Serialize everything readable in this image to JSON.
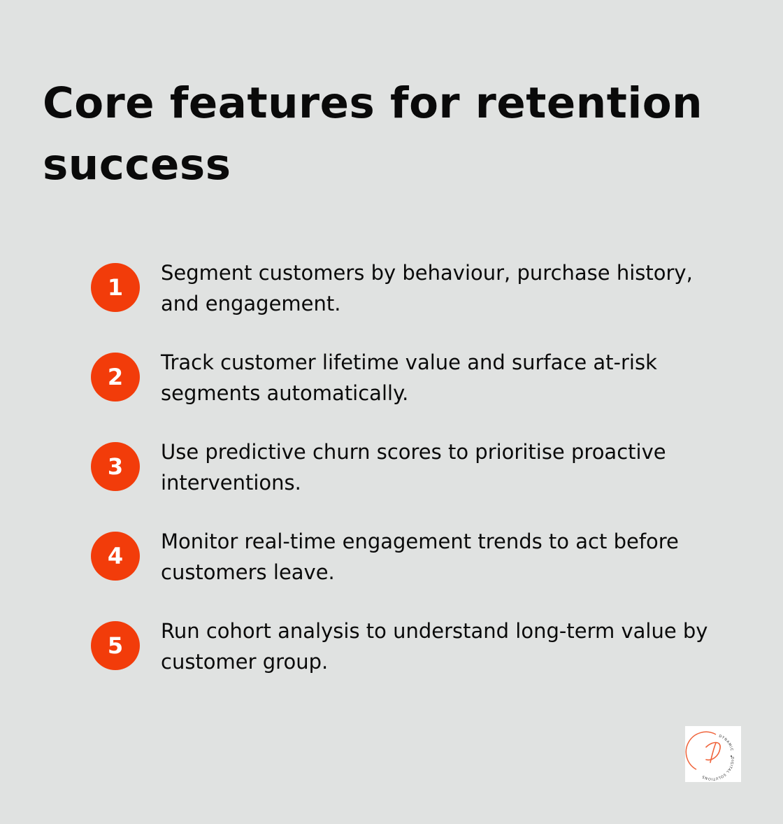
{
  "title": "Core features for retention success",
  "accent_color": "#f23c0a",
  "items": [
    {
      "number": "1",
      "text": "Segment customers by behaviour, purchase history, and engagement."
    },
    {
      "number": "2",
      "text": "Track customer lifetime value and surface at-risk segments automatically."
    },
    {
      "number": "3",
      "text": "Use predictive churn scores to prioritise proactive interventions."
    },
    {
      "number": "4",
      "text": "Monitor real-time engagement trends to act before customers leave."
    },
    {
      "number": "5",
      "text": "Run cohort analysis to understand long-term value by customer group."
    }
  ],
  "logo": {
    "text_top": "DYNAMIC",
    "text_bottom": "DIGITAL SOLUTIONS"
  }
}
